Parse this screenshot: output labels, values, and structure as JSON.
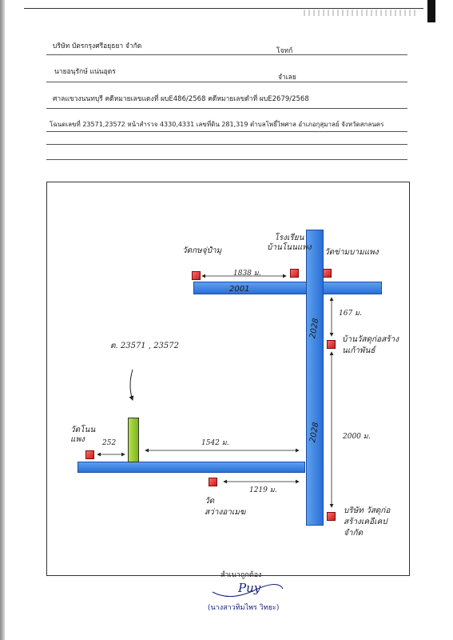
{
  "header": {
    "plaintiff_label": "บริษัท บัตรกรุงศรีอยุธยา จำกัด",
    "plaintiff_role": "โจทก์",
    "defendant_label": "นายอนุรักษ์ แน่นอุดร",
    "defendant_role": "จำเลย",
    "court_case": "ศาลแขวงนนทบุรี   คดีหมายเลขแดงที่ ผบE486/2568   คดีหมายเลขดำที่  ผบE2679/2568",
    "title_deed": "โฉนดเลขที่ 23571,23572 หน้าสำรวจ 4330,4331  เลขที่ดิน 281,319 ตำบลโพธิ์ไพศาล อำเภอกุสุมาลย์ จังหวัดสกลนคร"
  },
  "map": {
    "roads": {
      "top_road": "2001",
      "vertical_road_top": "2028",
      "vertical_road_bottom": "2028"
    },
    "landmarks": {
      "temple_top_left": "วัดกษจุ่ปำมุ",
      "school_top": "โรงเรียน\nบ้านโนนแพง",
      "temple_top_right": "วัดข่ามบามแพง",
      "house_right": "บ้านวัสดุก่อสร้าง\nนเก้าพันธ์",
      "company_bottom_right": "บริษัท วัสดุก่อ\nสร้างเคอีเคป\nจำกัด",
      "temple_left": "วัดโนน\nแพง",
      "temple_bottom": "วัด\nสว่างอาเมฆ"
    },
    "parcel_label": "ต. 23571 , 23572",
    "distances": {
      "top_left_to_school": "1838 ม.",
      "right_upper": "167 ม.",
      "right_lower": "2000 ม.",
      "parcel_to_junction": "1542 ม.",
      "temple_to_parcel": "252",
      "bottom_temple_distance": "1219 ม."
    }
  },
  "signature": {
    "certified": "สำเนาถูกต้อง",
    "handwriting": "Puy",
    "name": "(นางสาวทิมไพร วิทยะ)"
  }
}
